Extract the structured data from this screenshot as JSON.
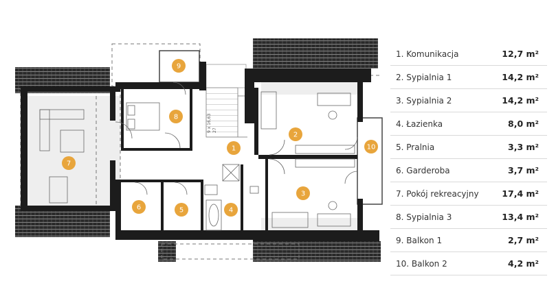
{
  "colors": {
    "badge": "#e8a53c",
    "wall": "#1c1c1c",
    "roof": "#2a2a2a",
    "line": "#555555",
    "sloped_floor": "#eeeeee"
  },
  "rooms": [
    {
      "number": "1",
      "name": "Komunikacja",
      "area": "12,7 m²"
    },
    {
      "number": "2",
      "name": "Sypialnia 1",
      "area": "14,2 m²"
    },
    {
      "number": "3",
      "name": "Sypialnia 2",
      "area": "14,2 m²"
    },
    {
      "number": "4",
      "name": "Łazienka",
      "area": "8,0 m²"
    },
    {
      "number": "5",
      "name": "Pralnia",
      "area": "3,3 m²"
    },
    {
      "number": "6",
      "name": "Garderoba",
      "area": "3,7 m²"
    },
    {
      "number": "7",
      "name": "Pokój rekreacyjny",
      "area": "17,4 m²"
    },
    {
      "number": "8",
      "name": "Sypialnia 3",
      "area": "13,4 m²"
    },
    {
      "number": "9",
      "name": "Balkon 1",
      "area": "2,7 m²"
    },
    {
      "number": "10",
      "name": "Balkon 2",
      "area": "4,2 m²"
    }
  ],
  "stair_note": {
    "line1": "9 x 16,63",
    "line2": "27"
  },
  "legend_labels": {
    "r1": "1. Komunikacja",
    "r2": "2. Sypialnia 1",
    "r3": "3. Sypialnia 2",
    "r4": "4. Łazienka",
    "r5": "5. Pralnia",
    "r6": "6. Garderoba",
    "r7": "7. Pokój rekreacyjny",
    "r8": "8. Sypialnia 3",
    "r9": "9. Balkon 1",
    "r10": "10. Balkon 2"
  }
}
